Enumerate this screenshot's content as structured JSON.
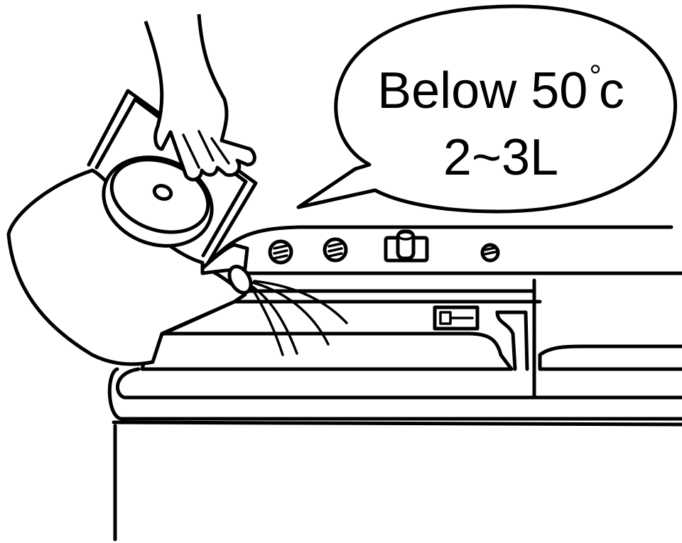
{
  "callout": {
    "line1_text": "Below 50",
    "degree_symbol": "°",
    "unit": "c",
    "line2_text": "2~3L"
  },
  "colors": {
    "ink": "#000000",
    "paper": "#ffffff"
  },
  "icons": [
    "hand-icon",
    "kettle-icon",
    "water-stream-icon",
    "knob-icon",
    "switch-icon"
  ]
}
